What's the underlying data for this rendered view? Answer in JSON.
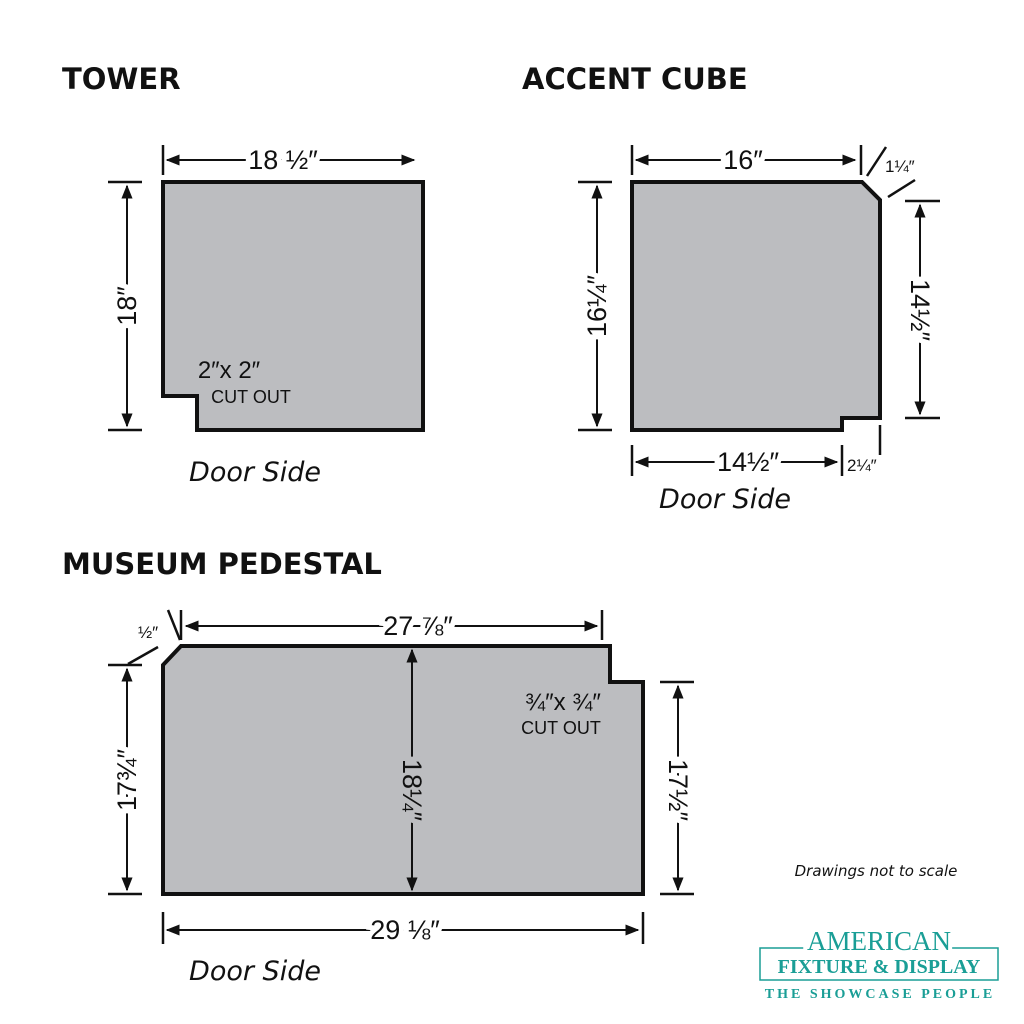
{
  "tower": {
    "title": "TOWER",
    "width": "18 ½″",
    "height": "18″",
    "cutout_size": "2″x 2″",
    "cutout_label": "CUT OUT",
    "door": "Door Side"
  },
  "accent_cube": {
    "title": "ACCENT CUBE",
    "width": "16″",
    "chamfer": "1¼″",
    "height_left": "16¼″",
    "height_right": "14½″",
    "bottom": "14½″",
    "notch": "2¼″",
    "door": "Door Side"
  },
  "museum_pedestal": {
    "title": "MUSEUM PEDESTAL",
    "top": "27 ⅞″",
    "chamfer": "½″",
    "height_left": "17¾″",
    "height_center": "18¼″",
    "height_right": "17½″",
    "bottom": "29 ⅛″",
    "cutout_size": "¾″x ¾″",
    "cutout_label": "CUT OUT",
    "door": "Door Side"
  },
  "note": "Drawings not to scale",
  "logo": {
    "line1": "AMERICAN",
    "line2": "FIXTURE & DISPLAY",
    "line3": "THE SHOWCASE PEOPLE",
    "color": "#1a9e96"
  }
}
